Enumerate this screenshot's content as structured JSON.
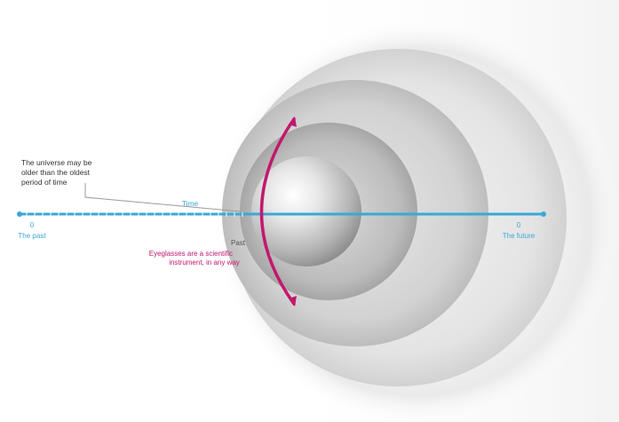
{
  "annotation": {
    "lines": [
      "The universe may be",
      "older than the oldest",
      "period of time"
    ]
  },
  "timeline": {
    "label": "Time",
    "start": {
      "value": "0",
      "caption": "The past"
    },
    "end": {
      "value": "0",
      "caption": "The future"
    }
  },
  "boundary": {
    "label": "Past",
    "note_lines": [
      "Eyeglasses are a scientific",
      "instrument, in any way"
    ]
  },
  "colors": {
    "timeline": "#3aa8d6",
    "boundary": "#c2186e",
    "sphere_light": "#ffffff",
    "sphere_dark": "#8a8a8a",
    "annotation_text": "#333333"
  }
}
